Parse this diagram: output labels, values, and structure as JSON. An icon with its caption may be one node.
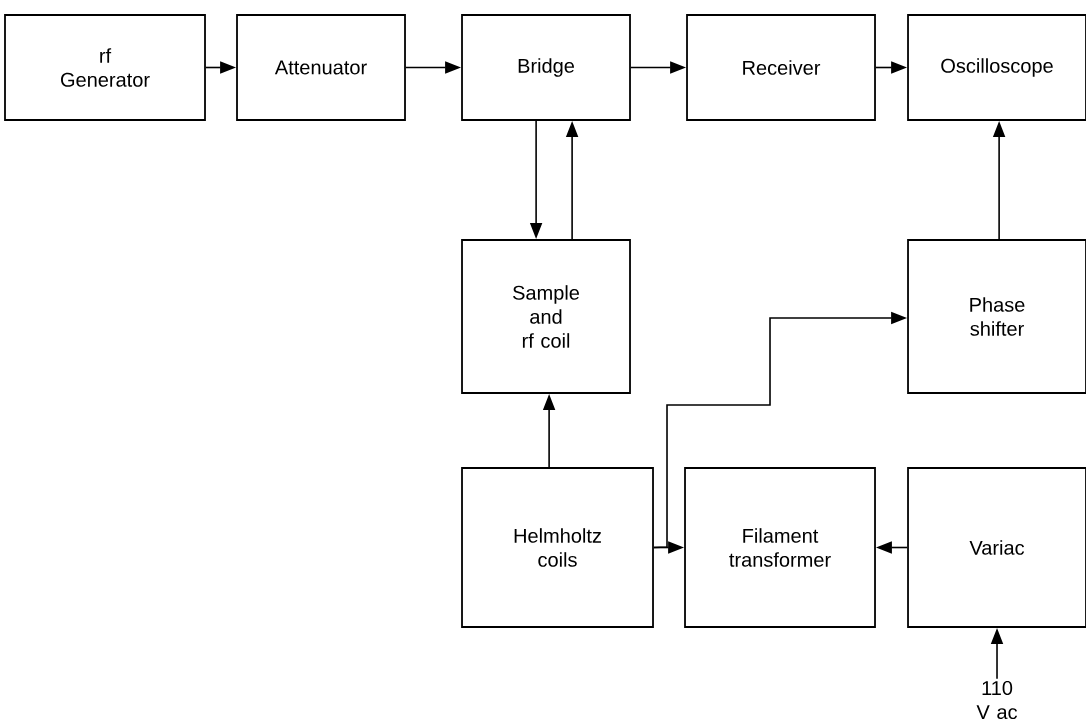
{
  "diagram": {
    "nodes": [
      {
        "text": [
          "rf Generator"
        ]
      },
      {
        "text": [
          "Attenuator"
        ]
      },
      {
        "text": [
          "Bridge"
        ]
      },
      {
        "text": [
          "Receiver"
        ]
      },
      {
        "text": [
          "Oscilloscope"
        ]
      },
      {
        "text": [
          "Sample and rf coil"
        ]
      },
      {
        "text": [
          "Phase shifter"
        ]
      },
      {
        "text": [
          "Helmholtz coils"
        ]
      },
      {
        "text": [
          "Filament transformer"
        ]
      },
      {
        "text": [
          "Variac"
        ]
      },
      {
        "text": [
          "110 V ac"
        ]
      }
    ],
    "edges": [
      {
        "from": 0,
        "to": 1,
        "arrow": "to"
      },
      {
        "from": 1,
        "to": 2,
        "arrow": "to"
      },
      {
        "from": 2,
        "to": 3,
        "arrow": "to"
      },
      {
        "from": 3,
        "to": 4,
        "arrow": "to"
      },
      {
        "from": 2,
        "to": 5,
        "arrow": "to"
      },
      {
        "from": 5,
        "to": 2,
        "arrow": "to"
      },
      {
        "from": 7,
        "to": 5,
        "arrow": "to"
      },
      {
        "from": 6,
        "to": 4,
        "arrow": "to"
      },
      {
        "from": 7,
        "to": 8,
        "arrow": "to"
      },
      {
        "from": 9,
        "to": 8,
        "arrow": "to"
      },
      {
        "from": 7,
        "to": 6,
        "arrow": "to"
      },
      {
        "from": 10,
        "to": 9,
        "arrow": "to"
      }
    ]
  }
}
